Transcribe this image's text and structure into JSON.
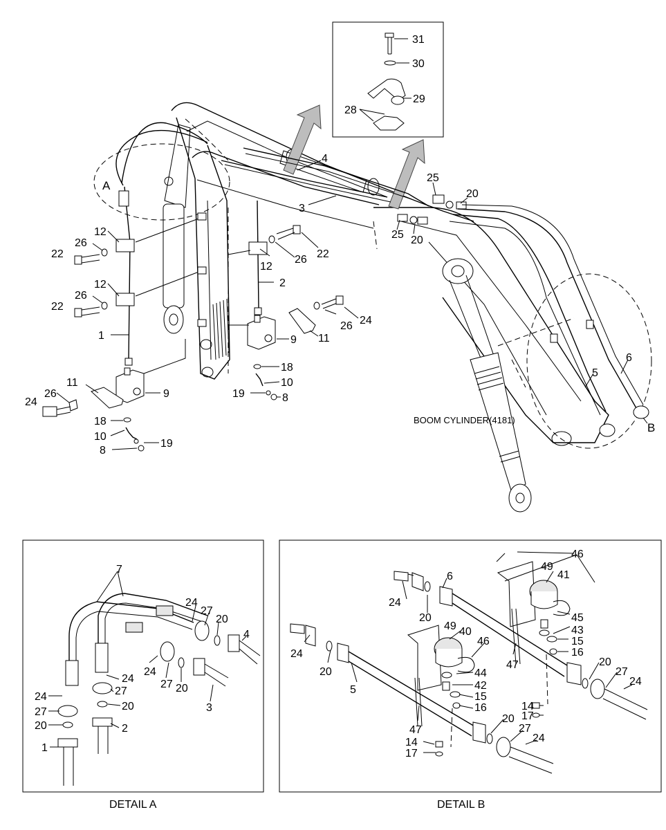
{
  "diagram": {
    "main_labels": {
      "A": "A",
      "B": "B",
      "n4": "4",
      "n3": "3",
      "n25a": "25",
      "n20a": "20",
      "n25b": "25",
      "n20b": "20",
      "n12a": "12",
      "n26a": "26",
      "n22a": "22",
      "n12b": "12",
      "n26b": "26",
      "n22b": "22",
      "n12c": "12",
      "n26c": "26",
      "n22c": "22",
      "n1": "1",
      "n2": "2",
      "n11a": "11",
      "n26d": "26",
      "n24a": "24",
      "n9a": "9",
      "n18a": "18",
      "n10a": "10",
      "n19a": "19",
      "n8a": "8",
      "n11b": "11",
      "n26e": "26",
      "n24b": "24",
      "n9b": "9",
      "n18b": "18",
      "n10b": "10",
      "n19b": "19",
      "n8b": "8",
      "n5": "5",
      "n6": "6",
      "boom_cylinder": "BOOM CYLINDER(4181)"
    },
    "inset_labels": {
      "n31": "31",
      "n30": "30",
      "n29": "29",
      "n28": "28"
    },
    "detail_a": {
      "caption": "DETAIL A",
      "n7": "7",
      "n24a": "24",
      "n27a": "27",
      "n20a": "20",
      "n4": "4",
      "n24b": "24",
      "n27b": "27",
      "n20b": "20",
      "n3": "3",
      "n24c": "24",
      "n27c": "27",
      "n20c": "20",
      "n2": "2",
      "n24d": "24",
      "n27d": "27",
      "n20d": "20",
      "n1": "1"
    },
    "detail_b": {
      "caption": "DETAIL B",
      "n46a": "46",
      "n49a": "49",
      "n41": "41",
      "n6": "6",
      "n24a": "24",
      "n20a": "20",
      "n45": "45",
      "n43": "43",
      "n15a": "15",
      "n16a": "16",
      "n47a": "47",
      "n14a": "14",
      "n17a": "17",
      "n20b": "20",
      "n27a": "27",
      "n24b": "24",
      "n49b": "49",
      "n40": "40",
      "n46b": "46",
      "n24c": "24",
      "n20c": "20",
      "n5": "5",
      "n44": "44",
      "n42": "42",
      "n15b": "15",
      "n16b": "16",
      "n47b": "47",
      "n14b": "14",
      "n17b": "17",
      "n20d": "20",
      "n27b": "27",
      "n24d": "24"
    }
  }
}
